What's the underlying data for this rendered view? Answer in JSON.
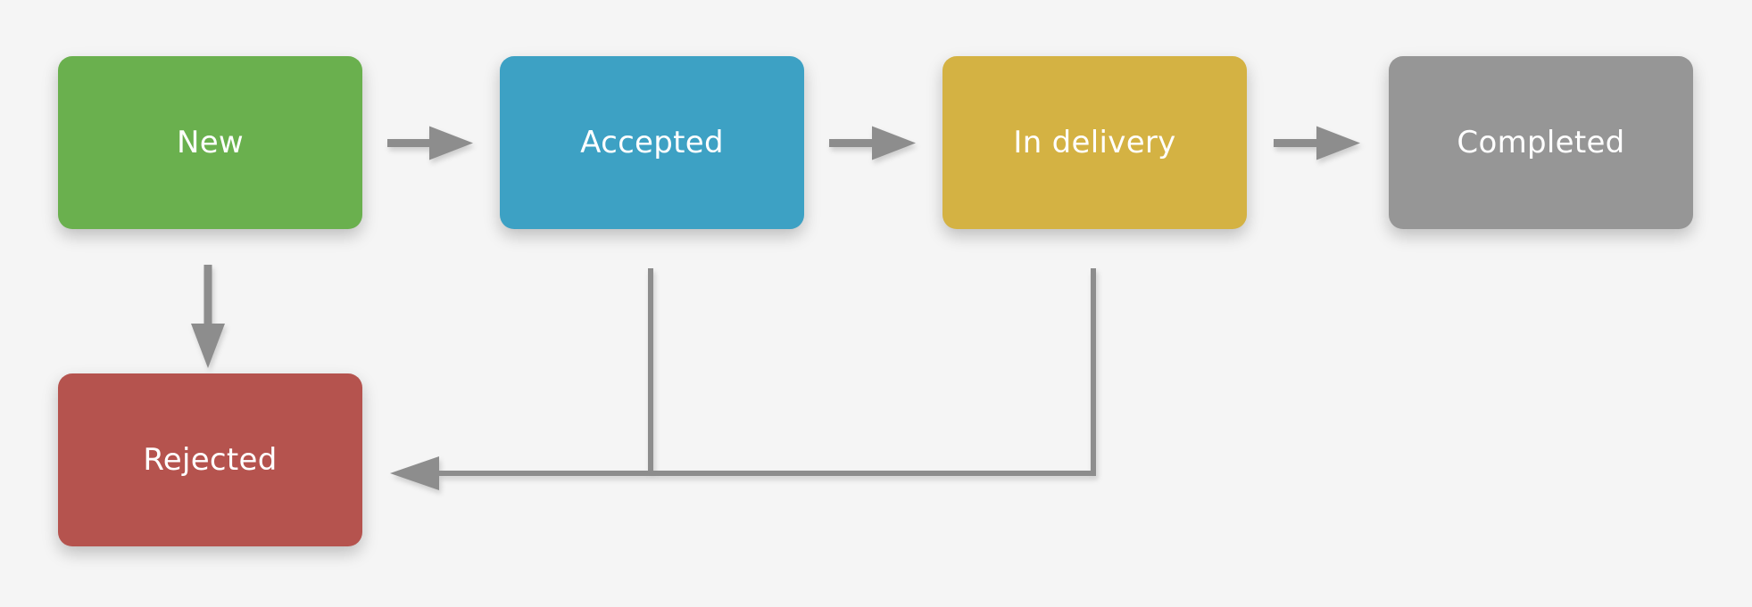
{
  "page": {
    "background": "#f5f5f5"
  },
  "diagram": {
    "type": "flowchart",
    "arrow_color": "#8d8d8d",
    "node_text_color": "#ffffff",
    "nodes": [
      {
        "id": "new",
        "label": "New",
        "color": "#6ab04e"
      },
      {
        "id": "accepted",
        "label": "Accepted",
        "color": "#3da1c4"
      },
      {
        "id": "in-delivery",
        "label": "In delivery",
        "color": "#d4b243"
      },
      {
        "id": "completed",
        "label": "Completed",
        "color": "#969696"
      },
      {
        "id": "rejected",
        "label": "Rejected",
        "color": "#b5534e"
      }
    ],
    "edges": [
      {
        "from": "New",
        "to": "Accepted"
      },
      {
        "from": "Accepted",
        "to": "In delivery"
      },
      {
        "from": "In delivery",
        "to": "Completed"
      },
      {
        "from": "New",
        "to": "Rejected"
      },
      {
        "from": "Accepted",
        "to": "Rejected"
      },
      {
        "from": "In delivery",
        "to": "Rejected"
      }
    ]
  }
}
